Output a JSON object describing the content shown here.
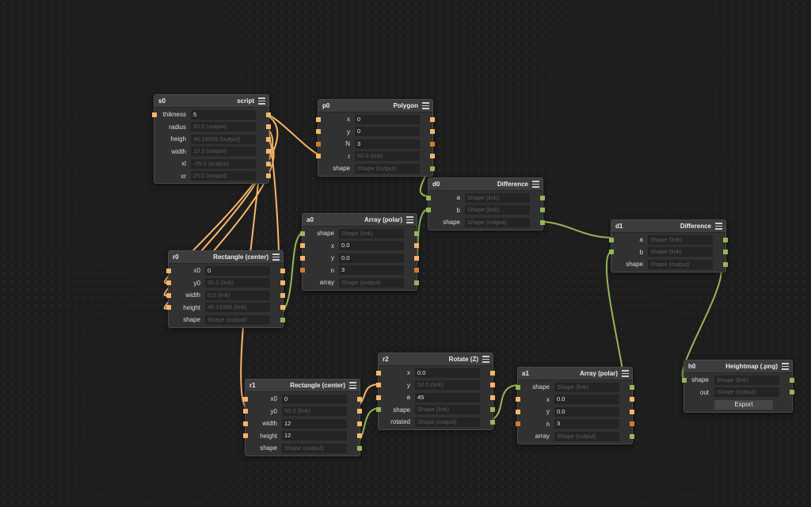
{
  "nodes": {
    "s0": {
      "id": "s0",
      "type": "script",
      "rows": [
        {
          "label": "thikness",
          "value": "5",
          "placeholder": ""
        },
        {
          "label": "radius",
          "value": "",
          "placeholder": "50.0 (output)"
        },
        {
          "label": "heigh",
          "value": "",
          "placeholder": "46.19395 (output)"
        },
        {
          "label": "width",
          "value": "",
          "placeholder": "10.0 (output)"
        },
        {
          "label": "xl",
          "value": "",
          "placeholder": "-25.0 (output)"
        },
        {
          "label": "xr",
          "value": "",
          "placeholder": "25.0 (output)"
        }
      ]
    },
    "p0": {
      "id": "p0",
      "type": "Polygon",
      "rows": [
        {
          "label": "x",
          "value": "0",
          "placeholder": ""
        },
        {
          "label": "y",
          "value": "0",
          "placeholder": ""
        },
        {
          "label": "N",
          "value": "3",
          "placeholder": ""
        },
        {
          "label": "r",
          "value": "",
          "placeholder": "50.0 (link)"
        },
        {
          "label": "shape",
          "value": "",
          "placeholder": "Shape (output)"
        }
      ]
    },
    "d0": {
      "id": "d0",
      "type": "Difference",
      "rows": [
        {
          "label": "a",
          "value": "",
          "placeholder": "Shape (link)"
        },
        {
          "label": "b",
          "value": "",
          "placeholder": "Shape (link)"
        },
        {
          "label": "shape",
          "value": "",
          "placeholder": "Shape (output)"
        }
      ]
    },
    "a0": {
      "id": "a0",
      "type": "Array (polar)",
      "rows": [
        {
          "label": "shape",
          "value": "",
          "placeholder": "Shape (link)"
        },
        {
          "label": "x",
          "value": "0.0",
          "placeholder": ""
        },
        {
          "label": "y",
          "value": "0.0",
          "placeholder": ""
        },
        {
          "label": "n",
          "value": "3",
          "placeholder": ""
        },
        {
          "label": "array",
          "value": "",
          "placeholder": "Shape (output)"
        }
      ]
    },
    "d1": {
      "id": "d1",
      "type": "Difference",
      "rows": [
        {
          "label": "a",
          "value": "",
          "placeholder": "Shape (link)"
        },
        {
          "label": "b",
          "value": "",
          "placeholder": "Shape (link)"
        },
        {
          "label": "shape",
          "value": "",
          "placeholder": "Shape (output)"
        }
      ]
    },
    "r0": {
      "id": "r0",
      "type": "Rectangle (center)",
      "rows": [
        {
          "label": "x0",
          "value": "0",
          "placeholder": ""
        },
        {
          "label": "y0",
          "value": "",
          "placeholder": "50.0 (link)"
        },
        {
          "label": "width",
          "value": "",
          "placeholder": "5.0 (link)"
        },
        {
          "label": "height",
          "value": "",
          "placeholder": "46.19395 (link)"
        },
        {
          "label": "shape",
          "value": "",
          "placeholder": "Shape (output)"
        }
      ]
    },
    "r2": {
      "id": "r2",
      "type": "Rotate (Z)",
      "rows": [
        {
          "label": "x",
          "value": "0.0",
          "placeholder": ""
        },
        {
          "label": "y",
          "value": "",
          "placeholder": "50.0 (link)"
        },
        {
          "label": "a",
          "value": "45",
          "placeholder": ""
        },
        {
          "label": "shape",
          "value": "",
          "placeholder": "Shape (link)"
        },
        {
          "label": "rotated",
          "value": "",
          "placeholder": "Shape (output)"
        }
      ]
    },
    "r1": {
      "id": "r1",
      "type": "Rectangle (center)",
      "rows": [
        {
          "label": "x0",
          "value": "0",
          "placeholder": ""
        },
        {
          "label": "y0",
          "value": "",
          "placeholder": "50.0 (link)"
        },
        {
          "label": "width",
          "value": "12",
          "placeholder": ""
        },
        {
          "label": "height",
          "value": "12",
          "placeholder": ""
        },
        {
          "label": "shape",
          "value": "",
          "placeholder": "Shape (output)"
        }
      ]
    },
    "a1": {
      "id": "a1",
      "type": "Array (polar)",
      "rows": [
        {
          "label": "shape",
          "value": "",
          "placeholder": "Shape (link)"
        },
        {
          "label": "x",
          "value": "0.0",
          "placeholder": ""
        },
        {
          "label": "y",
          "value": "0.0",
          "placeholder": ""
        },
        {
          "label": "n",
          "value": "3",
          "placeholder": ""
        },
        {
          "label": "array",
          "value": "",
          "placeholder": "Shape (output)"
        }
      ]
    },
    "h0": {
      "id": "h0",
      "type": "Heightmap (.png)",
      "rows": [
        {
          "label": "shape",
          "value": "",
          "placeholder": "Shape (link)"
        },
        {
          "label": "out",
          "value": "",
          "placeholder": "Shape (output)"
        }
      ],
      "export_label": "Export"
    }
  },
  "colors": {
    "number_port": "#f6b66a",
    "int_port": "#cf7c33",
    "shape_port": "#95b659",
    "canvas": "#1d1d1d"
  }
}
